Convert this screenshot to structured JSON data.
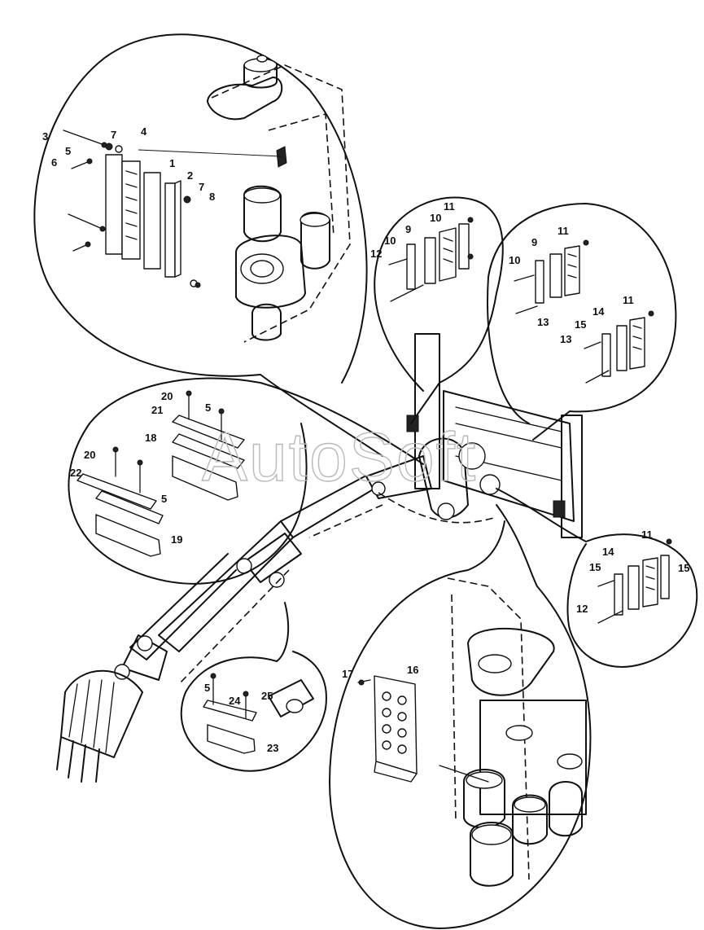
{
  "watermark": "AutoSoft",
  "callouts": [
    {
      "id": "detail-upper-left",
      "labels": [
        "1",
        "2",
        "3",
        "4",
        "5",
        "6",
        "7",
        "7",
        "8"
      ]
    },
    {
      "id": "detail-right-upper-a",
      "labels": [
        "9",
        "10",
        "10",
        "11",
        "12"
      ]
    },
    {
      "id": "detail-right-upper-b",
      "labels": [
        "9",
        "10",
        "11",
        "11",
        "13",
        "13",
        "14",
        "15"
      ]
    },
    {
      "id": "detail-left-middle",
      "labels": [
        "5",
        "5",
        "18",
        "19",
        "20",
        "20",
        "21",
        "22"
      ]
    },
    {
      "id": "detail-right-lower",
      "labels": [
        "11",
        "12",
        "14",
        "15",
        "15"
      ]
    },
    {
      "id": "detail-lower-left",
      "labels": [
        "5",
        "23",
        "24",
        "25"
      ]
    },
    {
      "id": "detail-lower-center",
      "labels": [
        "16",
        "17"
      ]
    }
  ],
  "labels": {
    "l1": "1",
    "l2": "2",
    "l3": "3",
    "l4": "4",
    "l5a": "5",
    "l6": "6",
    "l7a": "7",
    "l7b": "7",
    "l8": "8",
    "l9a": "9",
    "l10a": "10",
    "l10b": "10",
    "l11a": "11",
    "l12a": "12",
    "l9b": "9",
    "l10c": "10",
    "l11b": "11",
    "l11c": "11",
    "l13a": "13",
    "l13b": "13",
    "l14a": "14",
    "l15a": "15",
    "l20a": "20",
    "l21": "21",
    "l5b": "5",
    "l18": "18",
    "l20b": "20",
    "l22": "22",
    "l5c": "5",
    "l19": "19",
    "l11d": "11",
    "l14b": "14",
    "l15b": "15",
    "l15c": "15",
    "l12b": "12",
    "l5d": "5",
    "l24": "24",
    "l25": "25",
    "l23": "23",
    "l17": "17",
    "l16": "16"
  }
}
